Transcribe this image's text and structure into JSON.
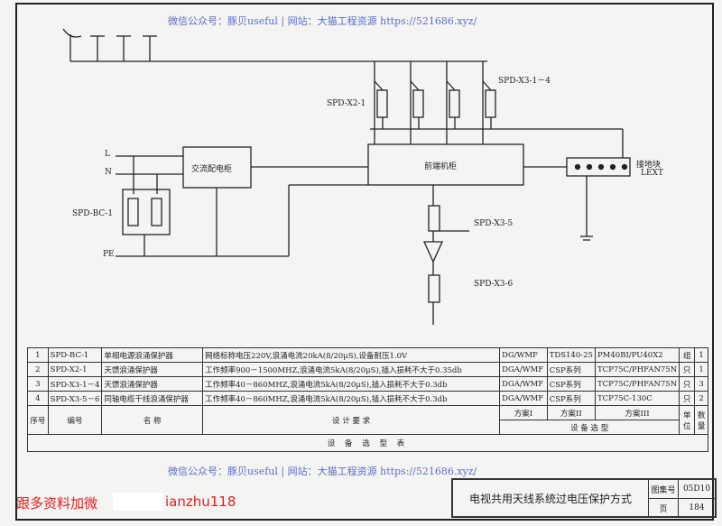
{
  "watermark_top": "微信公众号：豚贝useful | 网站：大猫工程资源 https://521686.xyz/",
  "watermark_bottom": "微信公众号：豚贝useful | 网站：大猫工程资源 https://521686.xyz/",
  "promo": {
    "text": "跟多资料加微",
    "handle": "ianzhu118"
  },
  "diagram": {
    "labels": {
      "L": "L",
      "N": "N",
      "PE": "PE",
      "spd_bc1": "SPD-BC-1",
      "spd_x21": "SPD-X2-1",
      "spd_x314": "SPD-X3-1－4",
      "spd_x35": "SPD-X3-5",
      "spd_x36": "SPD-X3-6",
      "ac_cabinet": "交流配电柜",
      "headend": "前端机柜",
      "ground_block": "接地块",
      "ground_code": "LEXT"
    }
  },
  "table": {
    "rows": [
      {
        "no": "1",
        "code": "SPD-BC-1",
        "name": "单相电源浪涌保护器",
        "req": "网络标称电压220V,浪涌电流20kA(8/20μS),设备耐压1.0V",
        "p1": "DG/WMF",
        "p2": "TDS140-25",
        "p3": "PM40BI/PU40X2",
        "unit": "组",
        "qty": "1"
      },
      {
        "no": "2",
        "code": "SPD-X2-1",
        "name": "天馈浪涌保护器",
        "req": "工作频率900－1500MHZ,浪涌电流5kA(8/20μS),插入损耗不大于0.35db",
        "p1": "DGA/WMF",
        "p2": "CSP系列",
        "p3": "TCP75C/PHFAN75N",
        "unit": "只",
        "qty": "1"
      },
      {
        "no": "3",
        "code": "SPD-X3-1－4",
        "name": "天馈浪涌保护器",
        "req": "工作频率40－860MHZ,浪涌电流5kA(8/20μS),插入损耗不大于0.3db",
        "p1": "DGA/WMF",
        "p2": "CSP系列",
        "p3": "TCP75C/PHFAN75N",
        "unit": "只",
        "qty": "3"
      },
      {
        "no": "4",
        "code": "SPD-X3-5－6",
        "name": "同轴电缆干线浪涌保护器",
        "req": "工作频率40－860MHZ,浪涌电流5kA(8/20μS),插入损耗不大于0.3db",
        "p1": "DGA/WMF",
        "p2": "CSP系列",
        "p3": "TCP75C-130C",
        "unit": "只",
        "qty": "2"
      }
    ],
    "headers": {
      "no": "序号",
      "code": "编号",
      "name": "名 称",
      "req": "设 计 要 求",
      "p1": "方案I",
      "p2": "方案II",
      "p3": "方案III",
      "selection": "设 备 选 型",
      "unit": "单位",
      "qty": "数量"
    },
    "caption": "设 备 选 型 表"
  },
  "title_block": {
    "title": "电视共用天线系统过电压保护方式",
    "atlas_label": "图集号",
    "atlas_no": "05D10",
    "page_label": "页",
    "page_no": "184"
  }
}
